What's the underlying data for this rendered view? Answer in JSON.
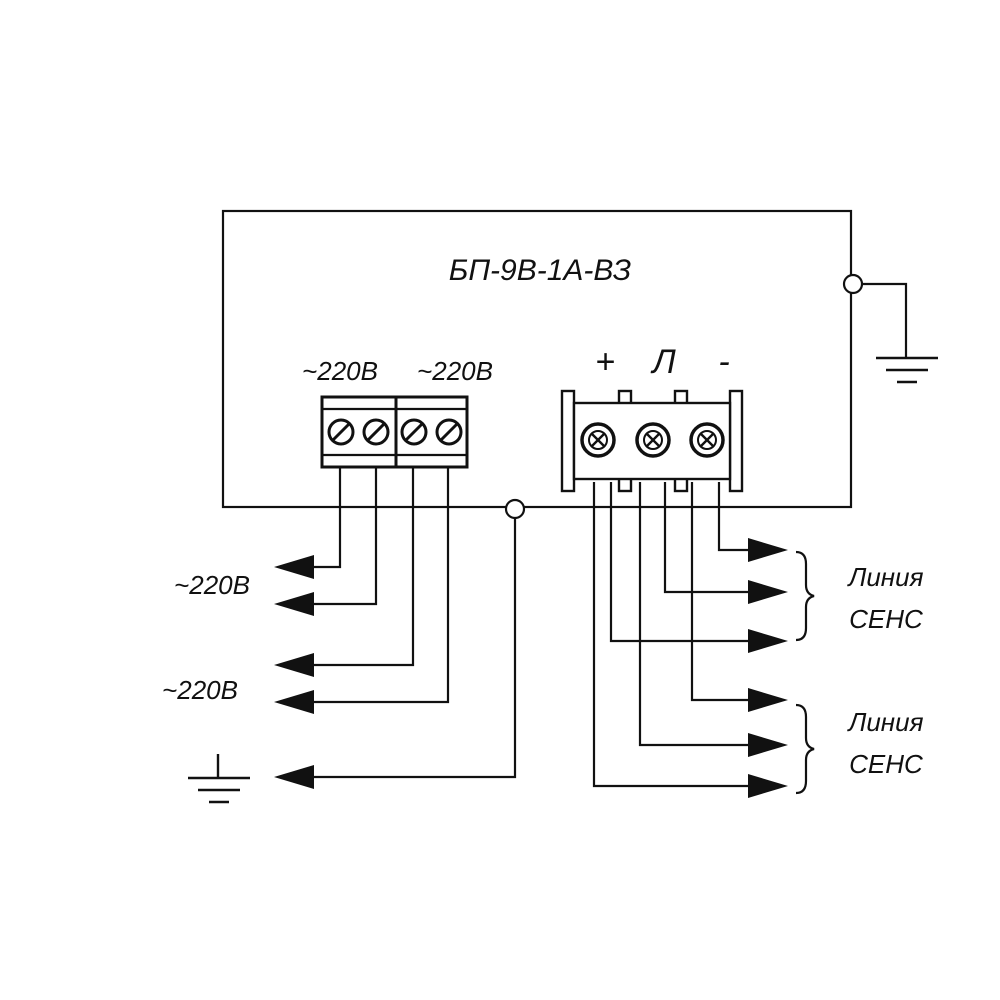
{
  "device": {
    "title": "БП-9В-1А-ВЗ"
  },
  "ac_block": {
    "label_left": "~220В",
    "label_right": "~220В"
  },
  "dc_block": {
    "plus_label": "+",
    "line_label": "Л",
    "minus_label": "-"
  },
  "outputs": {
    "ac1_label": "~220В",
    "ac2_label": "~220В",
    "sens1": {
      "line1": "Линия",
      "line2": "СЕНС"
    },
    "sens2": {
      "line1": "Линия",
      "line2": "СЕНС"
    }
  },
  "icons": [
    "ground-icon",
    "screw-icon",
    "arrow-icon",
    "brace-icon"
  ],
  "colors": {
    "ink": "#111111",
    "background": "#ffffff"
  }
}
